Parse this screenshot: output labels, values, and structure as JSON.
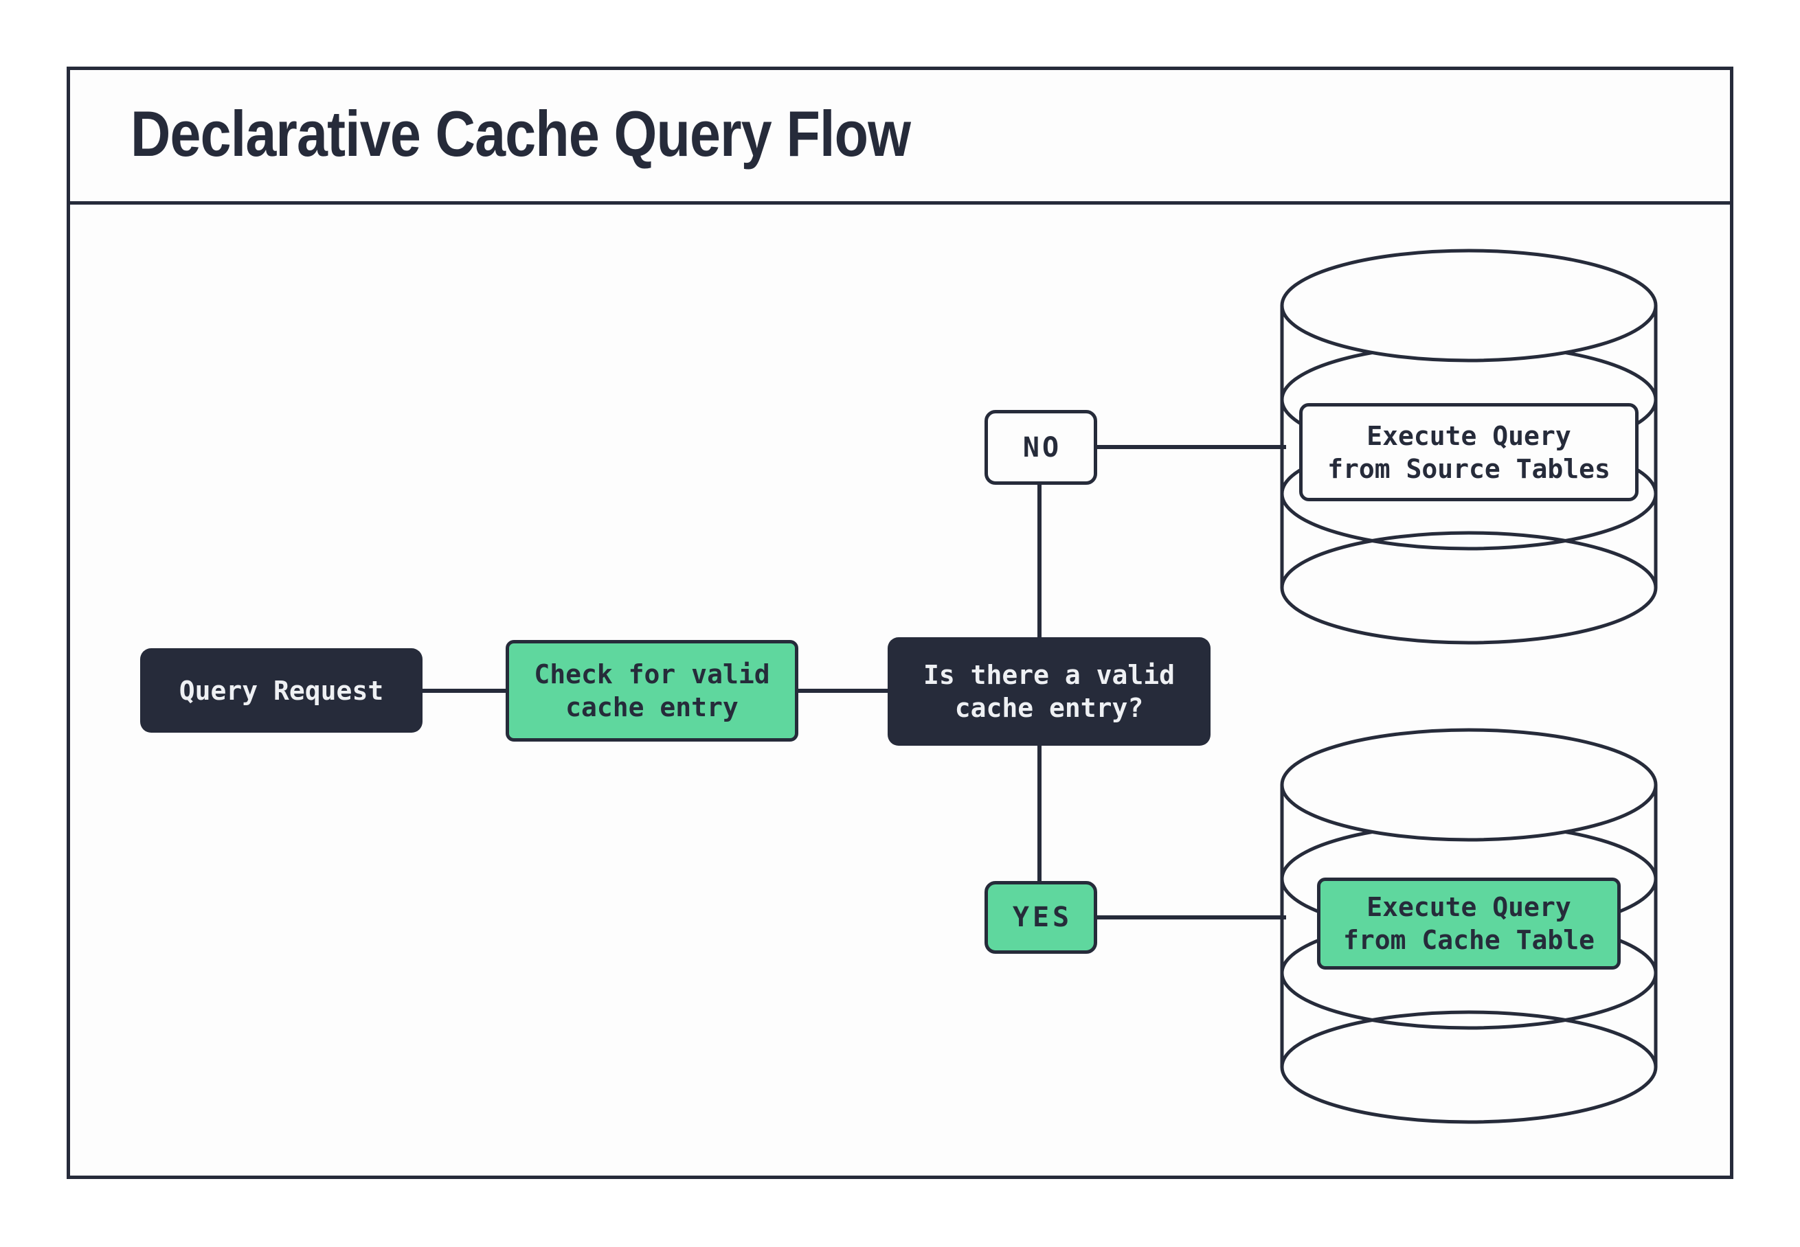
{
  "title": "Declarative Cache Query Flow",
  "palette": {
    "ink": "#262b3a",
    "green": "#5fd79e",
    "paper": "#fdfdfd",
    "light_text": "#eef0f3"
  },
  "nodes": {
    "query_request": {
      "label": "Query Request"
    },
    "check_cache": {
      "label": "Check for valid\ncache entry"
    },
    "decision": {
      "label": "Is there a valid\ncache entry?"
    },
    "branch_no": {
      "label": "NO"
    },
    "branch_yes": {
      "label": "YES"
    },
    "source_db": {
      "label": "Execute Query\nfrom Source Tables"
    },
    "cache_db": {
      "label": "Execute Query\nfrom Cache Table"
    }
  }
}
